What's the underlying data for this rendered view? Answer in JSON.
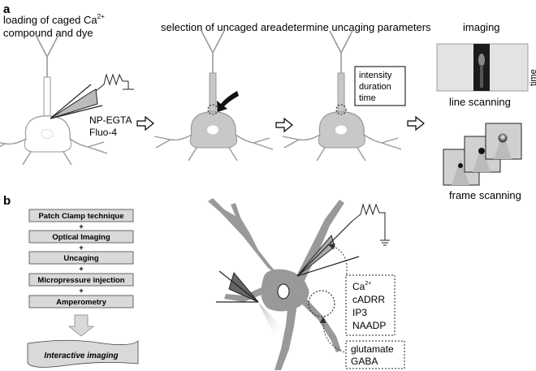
{
  "panel_a": {
    "label": "a",
    "step1": {
      "title_line1": "loading of caged Ca",
      "title_sup": "2+",
      "title_line2": "compound and dye",
      "reagent1": "NP-EGTA",
      "reagent2": "Fluo-4"
    },
    "step2": {
      "title": "selection of uncaged area"
    },
    "step3": {
      "title": "determine uncaging parameters",
      "params": [
        "intensity",
        "duration",
        "time"
      ]
    },
    "step4": {
      "title": "imaging",
      "time_axis": "time",
      "line_caption": "line scanning",
      "frame_caption": "frame scanning"
    }
  },
  "panel_b": {
    "label": "b",
    "methods": [
      "Patch Clamp technique",
      "Optical Imaging",
      "Uncaging",
      "Micropressure injection",
      "Amperometry"
    ],
    "plus": "+",
    "result": "Interactive imaging",
    "messengers": [
      "Ca",
      "cADRR",
      "IP3",
      "NAADP"
    ],
    "messenger_sup": "2+",
    "transmitters": [
      "glutamate",
      "GABA"
    ]
  },
  "colors": {
    "soma": "#c8c8c8",
    "pipette": "#aaaaaa",
    "box_fill": "#d9d9d9"
  }
}
